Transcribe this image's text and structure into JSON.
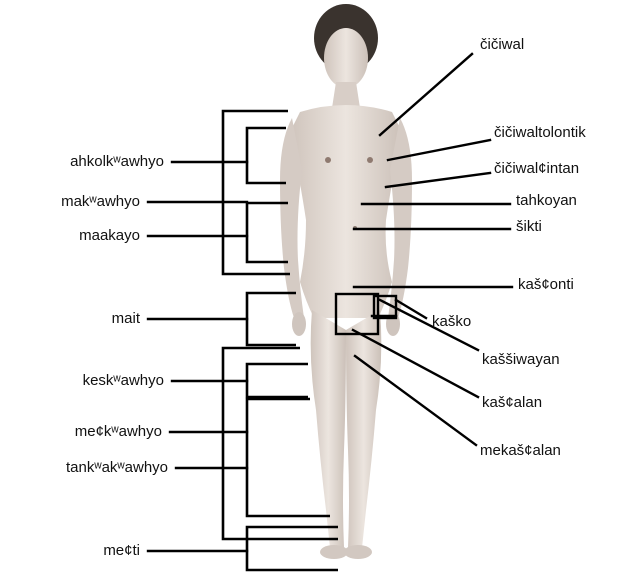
{
  "labels_left": {
    "ahkolkwawhyo": "ahkolkʷawhyo",
    "makwawhyo": "makʷawhyo",
    "maakayo": "maakayo",
    "mait": "mait",
    "keskwawhyo": "keskʷawhyo",
    "meckwawhyo": "me¢kʷawhyo",
    "tankwakwawhyo": "tankʷakʷawhyo",
    "mecti": "me¢ti"
  },
  "labels_right": {
    "ciciwal": "čičiwal",
    "ciciwaltolontik": "čičiwaltolontik",
    "ciciwalcintan": "čičiwal¢intan",
    "tahkoyan": "tahkoyan",
    "sikti": "šikti",
    "kaconti": "kaš¢onti",
    "kasko": "kaško",
    "kassiwayan": "kaššiwayan",
    "kacalan": "kaš¢alan",
    "mekacalan": "mekaš¢alan"
  },
  "colors": {
    "skin": "#e3dad3",
    "hair": "#3a332e",
    "line": "#000000"
  }
}
